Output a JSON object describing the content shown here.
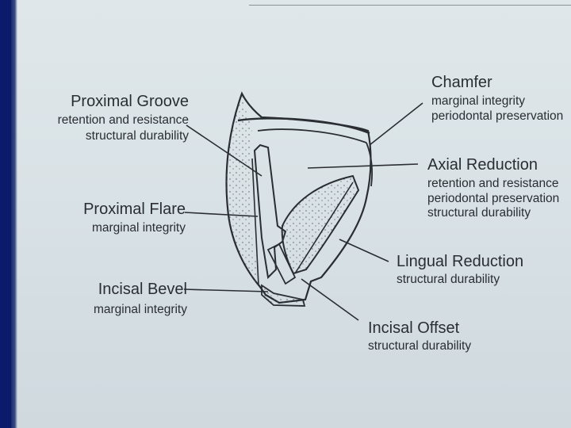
{
  "labels": {
    "proximal_groove": {
      "title": "Proximal Groove",
      "lines": [
        "retention and resistance",
        "structural durability"
      ]
    },
    "proximal_flare": {
      "title": "Proximal Flare",
      "lines": [
        "marginal integrity"
      ]
    },
    "incisal_bevel": {
      "title": "Incisal Bevel",
      "lines": [
        "marginal integrity"
      ]
    },
    "chamfer": {
      "title": "Chamfer",
      "lines": [
        "marginal integrity",
        "periodontal preservation"
      ]
    },
    "axial_reduction": {
      "title": "Axial Reduction",
      "lines": [
        "retention and resistance",
        "periodontal preservation",
        "structural durability"
      ]
    },
    "lingual_reduction": {
      "title": "Lingual Reduction",
      "lines": [
        "structural durability"
      ]
    },
    "incisal_offset": {
      "title": "Incisal Offset",
      "lines": [
        "structural durability"
      ]
    }
  },
  "colors": {
    "background": "#0b1a6b",
    "paper": "#dbe3e7",
    "ink": "#2a2e33"
  }
}
